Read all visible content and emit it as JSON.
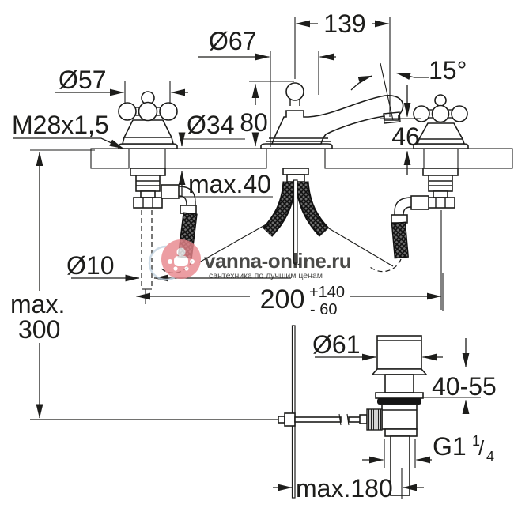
{
  "diagram": {
    "dims": {
      "d139": "139",
      "dia67": "Ø67",
      "deg15": "15°",
      "dia57": "Ø57",
      "thread": "M28x1,5",
      "dia34": "Ø34",
      "d80": "80",
      "d46": "46",
      "max40": "max.40",
      "dia10": "Ø10",
      "d200": "200",
      "d200_tol_plus": "+140",
      "d200_tol_minus": "- 60",
      "max300_line1": "max.",
      "max300_line2": "300",
      "dia61": "Ø61",
      "clamp_range": "40-55",
      "g_base": "G1",
      "g_sup": "1",
      "g_slash": "/",
      "g_sub": "4",
      "max180": "max.180"
    },
    "watermark": {
      "title": "vanna-online.ru",
      "subtitle": "сантехника по лучшим ценам",
      "title_color": "#e2868c",
      "subtitle_color": "#a3bdd1",
      "logo_color": "#e8858b",
      "logo_ring_color": "#c2d4e2"
    },
    "line_color": "#1d1d1b",
    "background": "#ffffff"
  }
}
